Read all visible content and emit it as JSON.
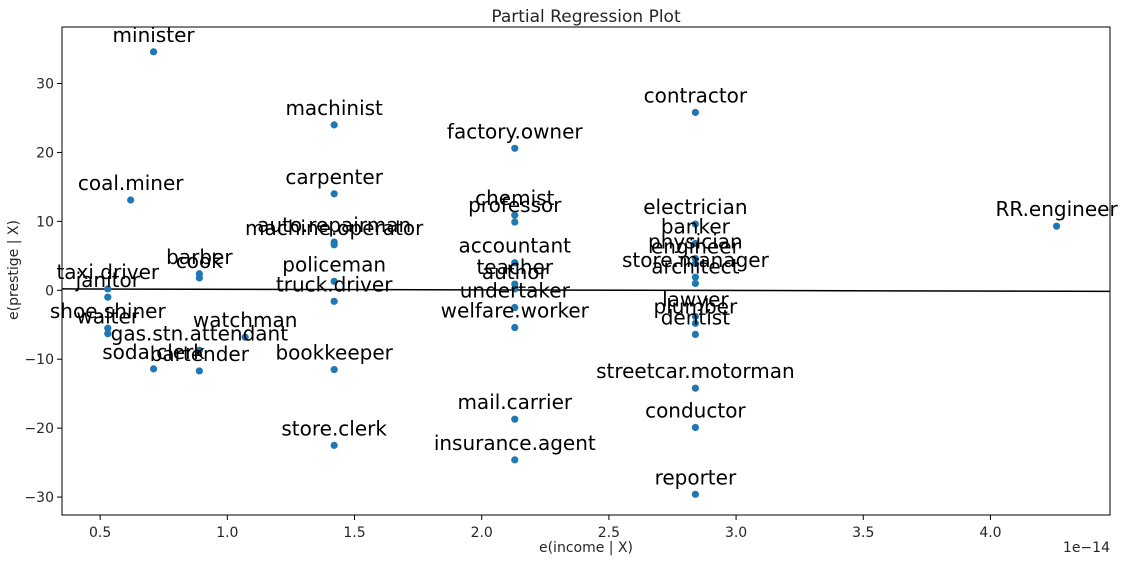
{
  "chart_data": {
    "type": "scatter",
    "title": "Partial Regression Plot",
    "xlabel": "e(income | X)",
    "ylabel": "e(prestige | X)",
    "x_offset_label": "1e−14",
    "xlim": [
      0.35,
      4.47
    ],
    "ylim": [
      -32.6,
      38.2
    ],
    "xticks": [
      0.5,
      1.0,
      1.5,
      2.0,
      2.5,
      3.0,
      3.5,
      4.0
    ],
    "xtick_labels": [
      "0.5",
      "1.0",
      "1.5",
      "2.0",
      "2.5",
      "3.0",
      "3.5",
      "4.0"
    ],
    "yticks": [
      -30,
      -20,
      -10,
      0,
      10,
      20,
      30
    ],
    "ytick_labels": [
      "−30",
      "−20",
      "−10",
      "0",
      "10",
      "20",
      "30"
    ],
    "point_color": "#1f77b4",
    "line": {
      "x": [
        0.35,
        4.47
      ],
      "y": [
        0.2,
        -0.15
      ],
      "color": "#000000"
    },
    "grid": false,
    "points": [
      {
        "label": "minister",
        "x": 0.71,
        "y": 34.6
      },
      {
        "label": "machinist",
        "x": 1.42,
        "y": 24.0
      },
      {
        "label": "contractor",
        "x": 2.84,
        "y": 25.8
      },
      {
        "label": "factory.owner",
        "x": 2.13,
        "y": 20.6
      },
      {
        "label": "coal.miner",
        "x": 0.62,
        "y": 13.1
      },
      {
        "label": "carpenter",
        "x": 1.42,
        "y": 14.0
      },
      {
        "label": "chemist",
        "x": 2.13,
        "y": 10.9
      },
      {
        "label": "professor",
        "x": 2.13,
        "y": 9.9
      },
      {
        "label": "electrician",
        "x": 2.84,
        "y": 9.6
      },
      {
        "label": "RR.engineer",
        "x": 4.26,
        "y": 9.3
      },
      {
        "label": "auto.repairman",
        "x": 1.42,
        "y": 7.0
      },
      {
        "label": "machine.operator",
        "x": 1.42,
        "y": 6.6
      },
      {
        "label": "banker",
        "x": 2.84,
        "y": 6.8
      },
      {
        "label": "accountant",
        "x": 2.13,
        "y": 4.0
      },
      {
        "label": "physician",
        "x": 2.84,
        "y": 4.6
      },
      {
        "label": "engineer",
        "x": 2.84,
        "y": 3.9
      },
      {
        "label": "barber",
        "x": 0.89,
        "y": 2.4
      },
      {
        "label": "cook",
        "x": 0.89,
        "y": 1.8
      },
      {
        "label": "policeman",
        "x": 1.42,
        "y": 1.3
      },
      {
        "label": "teacher",
        "x": 2.13,
        "y": 0.9
      },
      {
        "label": "store.manager",
        "x": 2.84,
        "y": 1.9
      },
      {
        "label": "architect",
        "x": 2.84,
        "y": 1.0
      },
      {
        "label": "author",
        "x": 2.13,
        "y": 0.2
      },
      {
        "label": "taxi.driver",
        "x": 0.53,
        "y": 0.2
      },
      {
        "label": "janitor",
        "x": 0.53,
        "y": -1.0
      },
      {
        "label": "truck.driver",
        "x": 1.42,
        "y": -1.6
      },
      {
        "label": "undertaker",
        "x": 2.13,
        "y": -2.5
      },
      {
        "label": "lawyer",
        "x": 2.84,
        "y": -3.8
      },
      {
        "label": "plumber",
        "x": 2.84,
        "y": -4.8
      },
      {
        "label": "welfare.worker",
        "x": 2.13,
        "y": -5.4
      },
      {
        "label": "shoe.shiner",
        "x": 0.53,
        "y": -5.5
      },
      {
        "label": "waiter",
        "x": 0.53,
        "y": -6.3
      },
      {
        "label": "dentist",
        "x": 2.84,
        "y": -6.4
      },
      {
        "label": "watchman",
        "x": 1.07,
        "y": -6.8
      },
      {
        "label": "gas.stn.attendant",
        "x": 0.89,
        "y": -8.7
      },
      {
        "label": "soda.clerk",
        "x": 0.71,
        "y": -11.4
      },
      {
        "label": "bartender",
        "x": 0.89,
        "y": -11.7
      },
      {
        "label": "bookkeeper",
        "x": 1.42,
        "y": -11.5
      },
      {
        "label": "streetcar.motorman",
        "x": 2.84,
        "y": -14.2
      },
      {
        "label": "mail.carrier",
        "x": 2.13,
        "y": -18.7
      },
      {
        "label": "conductor",
        "x": 2.84,
        "y": -19.9
      },
      {
        "label": "store.clerk",
        "x": 1.42,
        "y": -22.5
      },
      {
        "label": "insurance.agent",
        "x": 2.13,
        "y": -24.6
      },
      {
        "label": "reporter",
        "x": 2.84,
        "y": -29.6
      }
    ]
  }
}
